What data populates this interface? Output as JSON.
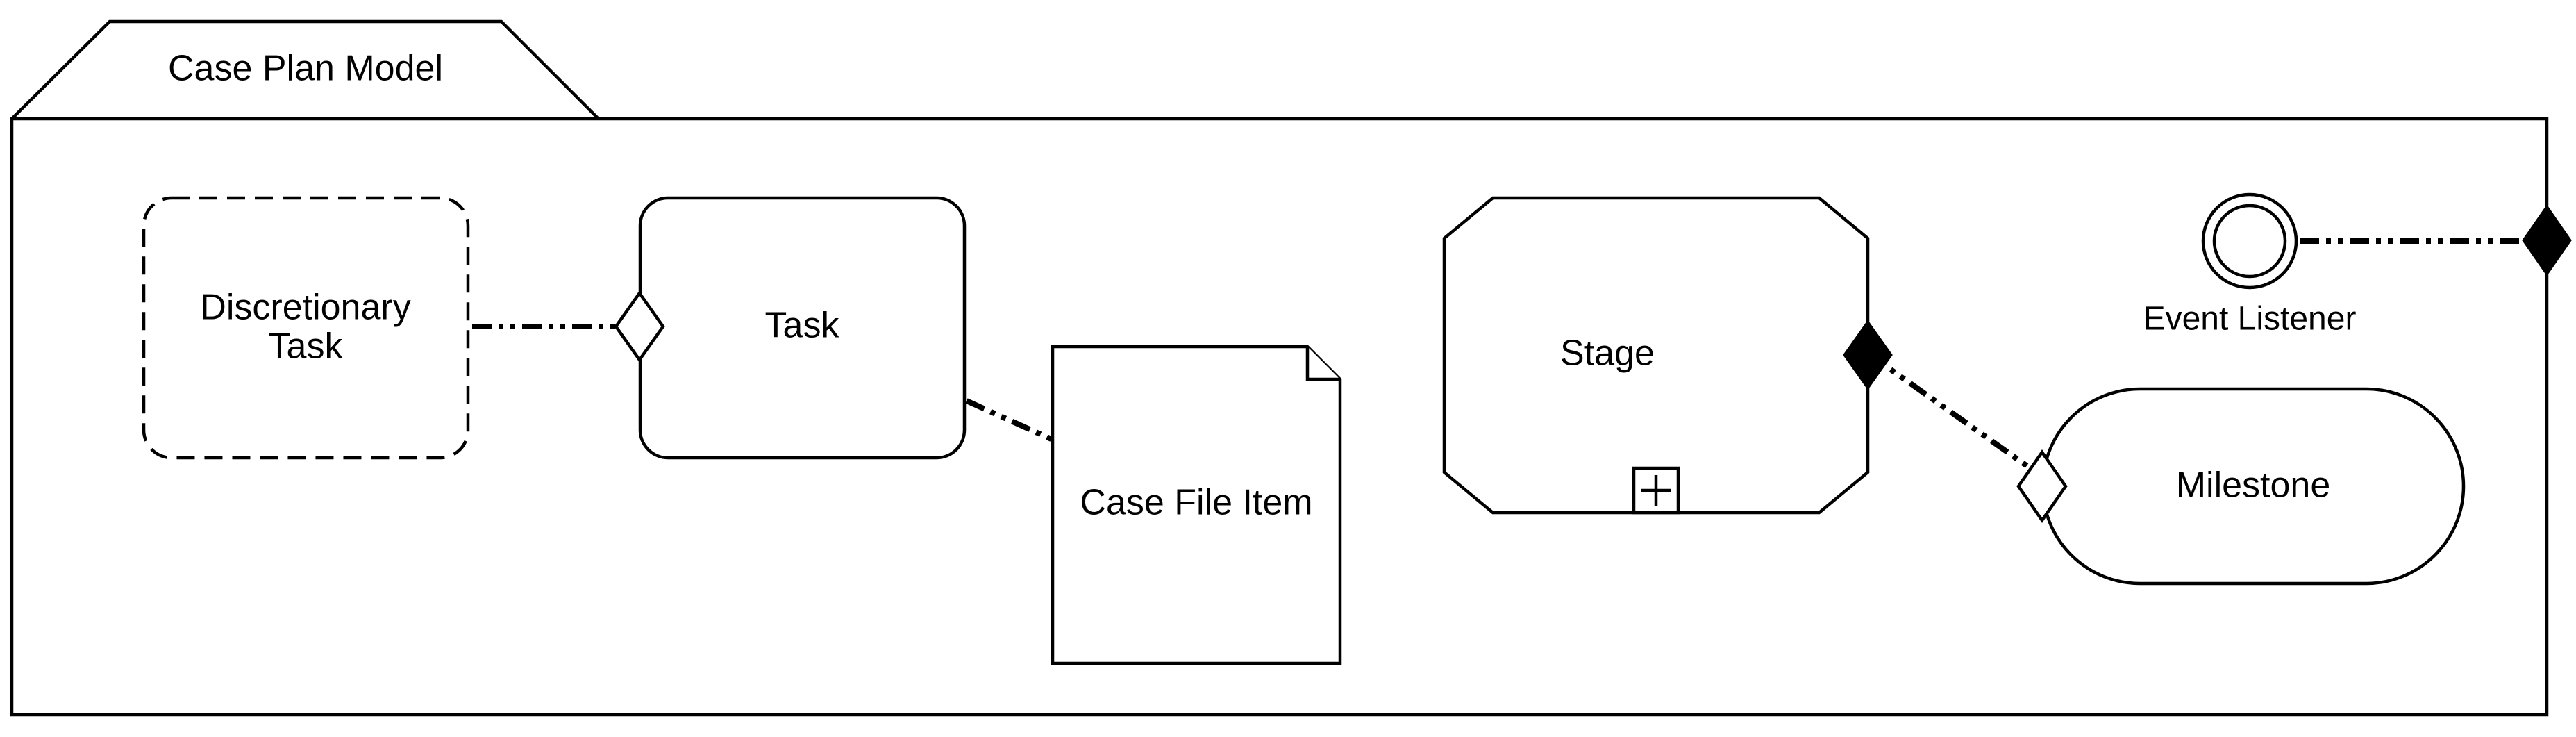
{
  "diagram": {
    "case_plan_model_label": "Case Plan Model",
    "discretionary_task_line1": "Discretionary",
    "discretionary_task_line2": "Task",
    "task_label": "Task",
    "case_file_item_label": "Case File Item",
    "stage_label": "Stage",
    "milestone_label": "Milestone",
    "event_listener_label": "Event Listener"
  },
  "colors": {
    "stroke": "#000000",
    "fill": "#ffffff"
  },
  "icons": {
    "stage_expand": "plus-square-icon",
    "entry_criterion": "hollow-diamond-icon",
    "exit_criterion": "filled-diamond-icon",
    "event_listener": "double-circle-icon",
    "case_file_item": "document-icon"
  }
}
